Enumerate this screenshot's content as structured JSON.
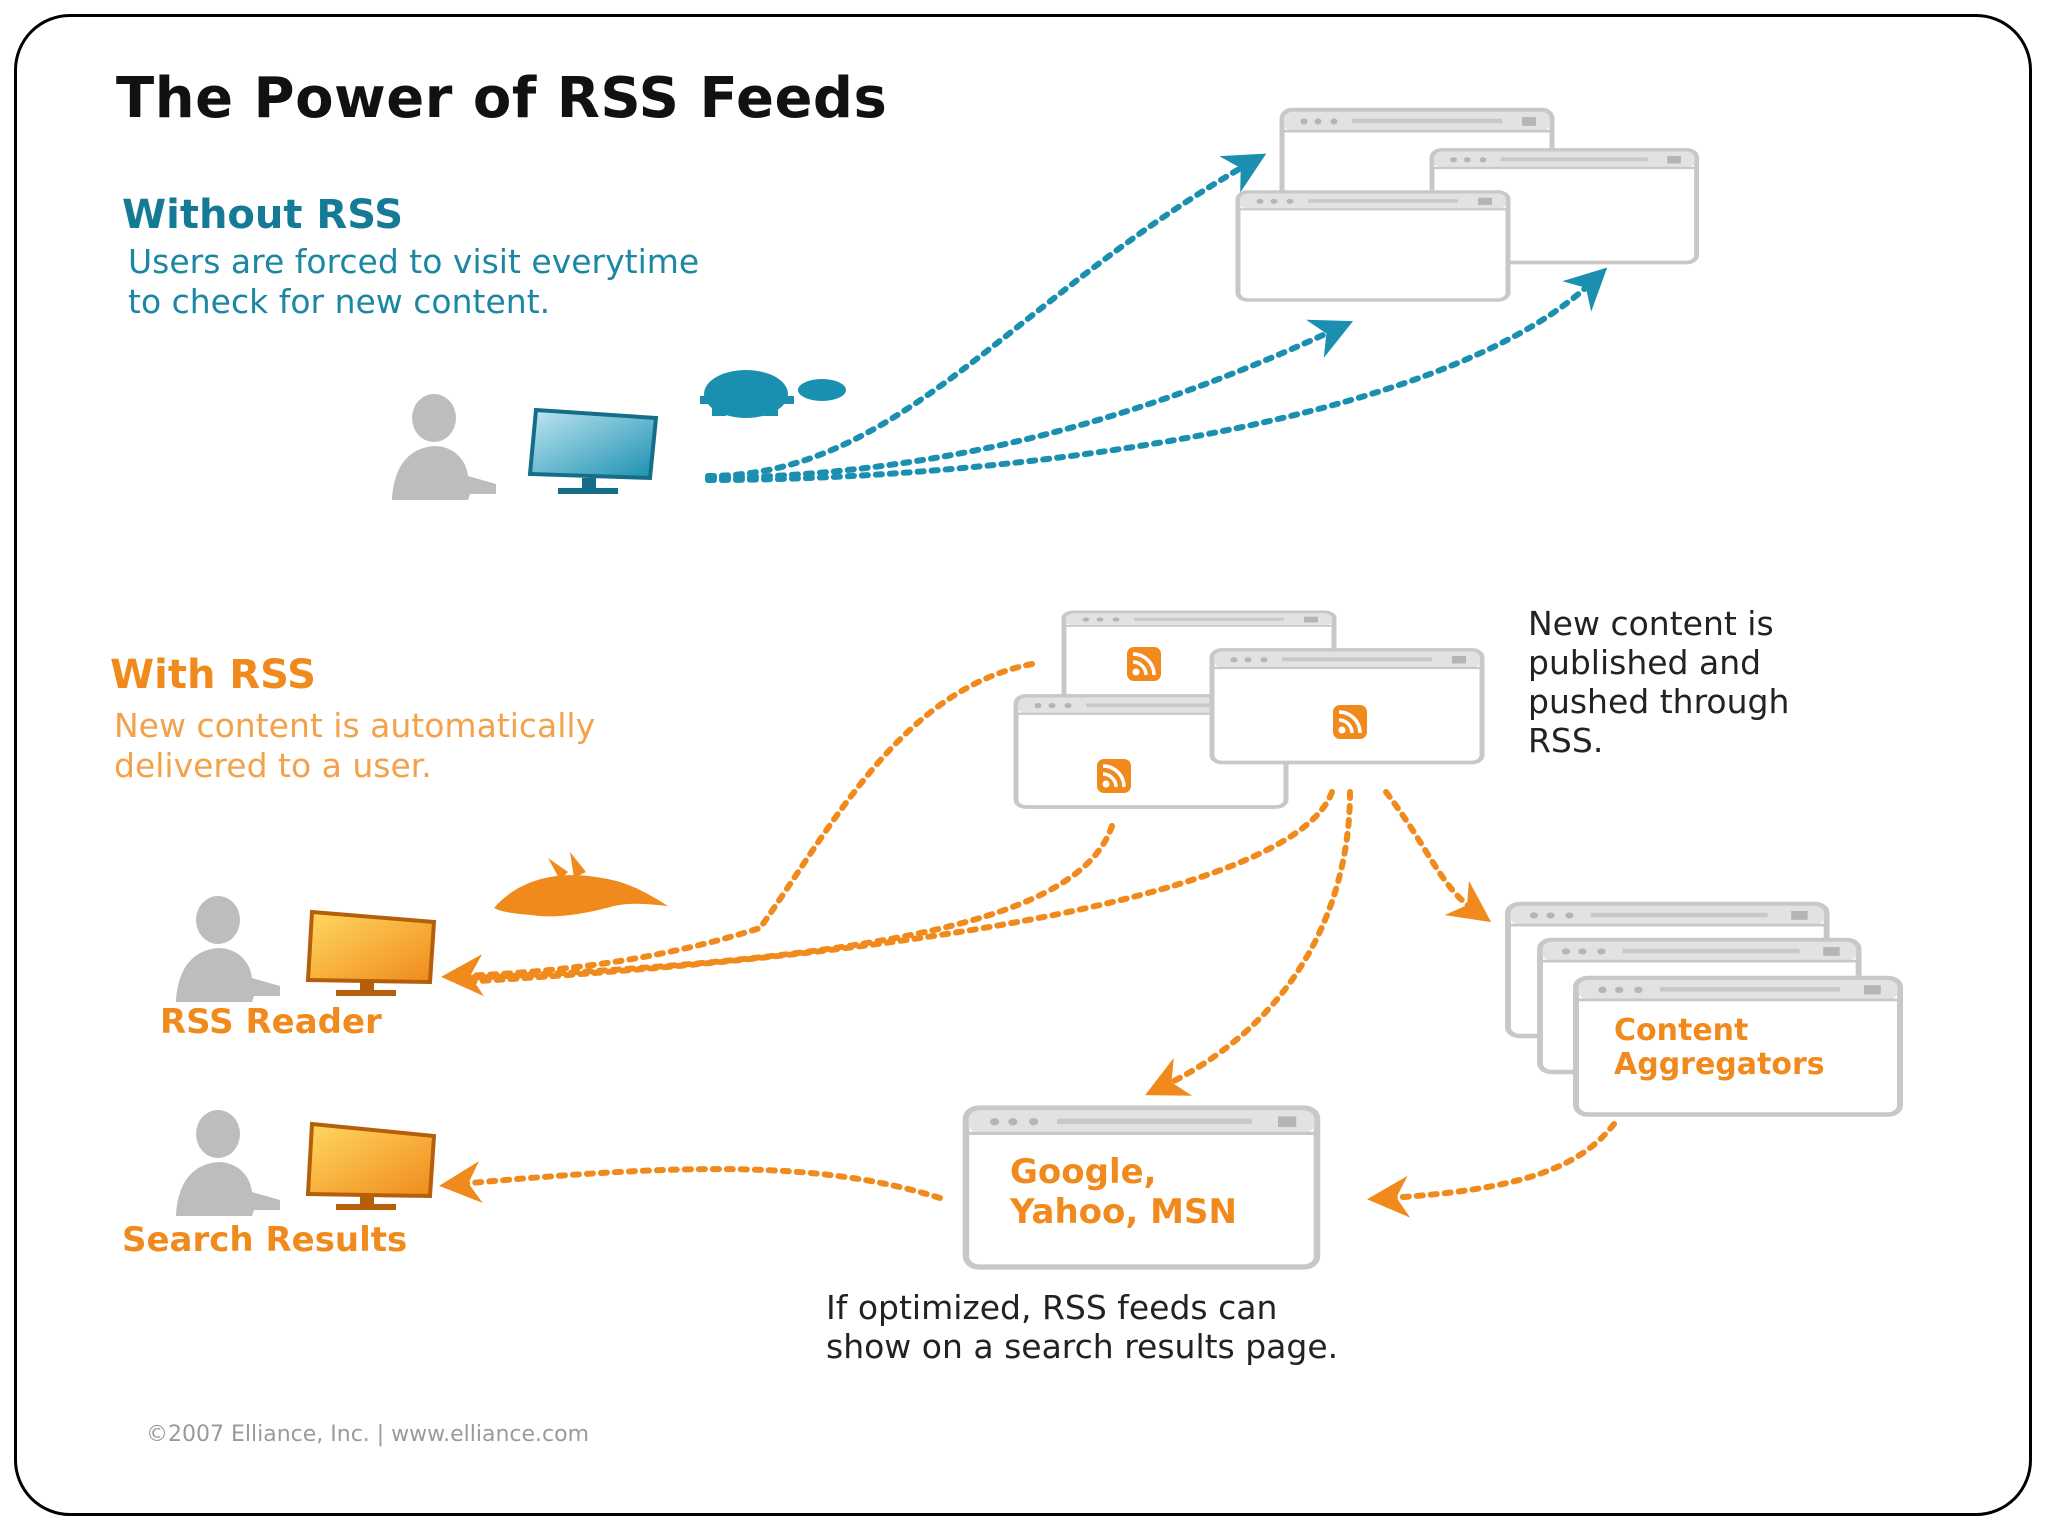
{
  "title": "The Power of RSS Feeds",
  "without": {
    "heading": "Without RSS",
    "line1": "Users are forced to visit everytime",
    "line2": "to check for new content."
  },
  "with": {
    "heading": "With RSS",
    "line1": "New content is automatically",
    "line2": "delivered to a user."
  },
  "published": {
    "line1": "New content is",
    "line2": "published and",
    "line3": "pushed through",
    "line4": "RSS."
  },
  "labels": {
    "rss_reader": "RSS Reader",
    "search_results": "Search Results"
  },
  "search_engines": {
    "line1": "Google,",
    "line2": "Yahoo, MSN"
  },
  "aggregators": {
    "line1": "Content",
    "line2": "Aggregators"
  },
  "optimized": {
    "line1": "If optimized, RSS feeds can",
    "line2": "show on a search results page."
  },
  "copyright": "©2007 Elliance, Inc.   |   www.elliance.com",
  "colors": {
    "teal": "#1a8fb0",
    "orange": "#f08a1c",
    "gray_figure": "#bdbdbd",
    "window_border": "#c8c8c8"
  },
  "icons": {
    "slow": "turtle-icon",
    "fast": "rabbit-icon",
    "feed": "rss-feed-icon",
    "user": "person-at-computer-icon"
  }
}
